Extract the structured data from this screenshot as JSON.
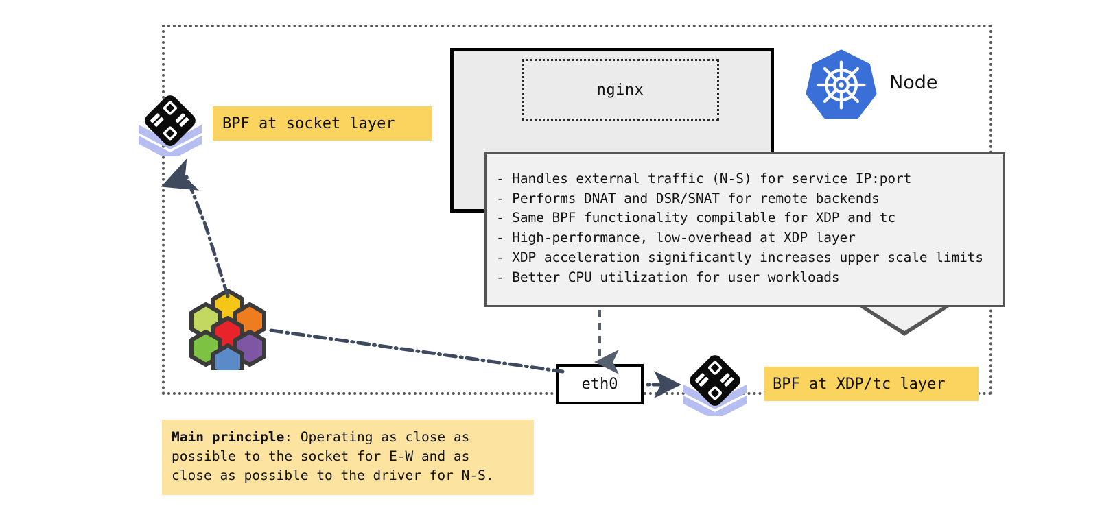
{
  "diagram": {
    "title_absent": true,
    "node": {
      "label": "Node",
      "boundary_style": "dotted",
      "boundary_color": "#595959"
    },
    "pod": {
      "app_label": "nginx",
      "fill_color": "#ebebeb",
      "border_color": "#000000"
    },
    "interface": {
      "label": "eth0"
    },
    "highlights": [
      {
        "id": "socket",
        "label": "BPF at socket layer",
        "color": "#fbd45f"
      },
      {
        "id": "xdp",
        "label": "BPF at XDP/tc layer",
        "color": "#fbd45f"
      }
    ],
    "callout": {
      "fill_color": "#f1f1f1",
      "border_color": "#555555",
      "lines": [
        "- Handles external traffic (N-S) for service IP:port",
        "- Performs DNAT and DSR/SNAT for remote backends",
        "- Same BPF functionality compilable for XDP and tc",
        "- High-performance, low-overhead at XDP layer",
        "- XDP acceleration significantly increases upper scale limits",
        "- Better CPU utilization for user workloads"
      ]
    },
    "principle": {
      "color": "#fce4a0",
      "strong": "Main principle",
      "lines": [
        ": Operating as close as",
        "possible to the socket for E-W and as",
        "close as possible to the driver for N-S."
      ]
    },
    "icons": {
      "kubernetes": "kubernetes-logo-icon",
      "bpf_socket": "bpf-stack-icon",
      "bpf_xdp": "bpf-stack-icon",
      "hex_cluster": "cilium-hexagon-cluster-icon"
    },
    "hex_colors": {
      "top": "#f5c518",
      "upper_left": "#c3d860",
      "upper_right": "#ef7d1f",
      "center": "#e8232a",
      "lower_left": "#7dc242",
      "lower_right": "#7d57a4",
      "bottom": "#5b8ac9",
      "outline": "#3b3b3b"
    },
    "connector_color": "#3f4a5f",
    "arrow_dash_color": "#555f6e"
  }
}
